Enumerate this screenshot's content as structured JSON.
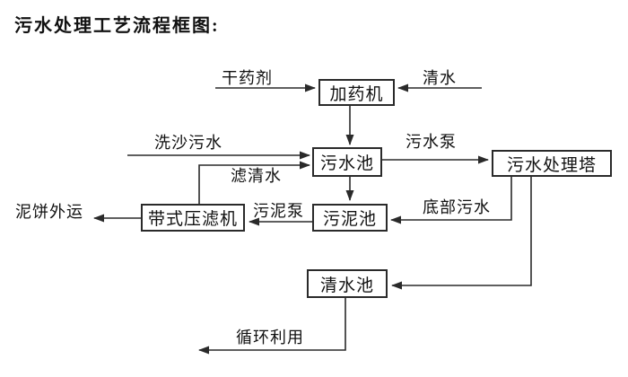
{
  "title": "污水处理工艺流程框图:",
  "nodes": {
    "dosing_machine": "加药机",
    "sewage_pool": "污水池",
    "treatment_tower": "污水处理塔",
    "sludge_pool": "污泥池",
    "belt_filter_press": "带式压滤机",
    "clear_water_pool": "清水池"
  },
  "labels": {
    "dry_chemical": "干药剂",
    "clear_water": "清水",
    "sand_washing_sewage": "洗沙污水",
    "filtered_clear_water": "滤清水",
    "sewage_pump": "污水泵",
    "bottom_sewage": "底部污水",
    "sludge_pump": "污泥泵",
    "mud_cake_outbound": "泥饼外运",
    "recycle_use": "循环利用"
  },
  "edges": [
    {
      "from": "干药剂",
      "to": "加药机",
      "label": ""
    },
    {
      "from": "清水",
      "to": "加药机",
      "label": ""
    },
    {
      "from": "加药机",
      "to": "污水池",
      "label": ""
    },
    {
      "from": "洗沙污水",
      "to": "污水池",
      "label": ""
    },
    {
      "from": "带式压滤机",
      "to": "污水池",
      "label": "滤清水"
    },
    {
      "from": "污水池",
      "to": "污水处理塔",
      "label": "污水泵"
    },
    {
      "from": "污水池",
      "to": "污泥池",
      "label": ""
    },
    {
      "from": "污水处理塔",
      "to": "污泥池",
      "label": "底部污水"
    },
    {
      "from": "污泥池",
      "to": "带式压滤机",
      "label": "污泥泵"
    },
    {
      "from": "带式压滤机",
      "to": "泥饼外运",
      "label": ""
    },
    {
      "from": "污水处理塔",
      "to": "清水池",
      "label": ""
    },
    {
      "from": "清水池",
      "to": "循环利用",
      "label": ""
    }
  ],
  "colors": {
    "line": "#2a2a2a",
    "text": "#111111",
    "background": "#ffffff"
  }
}
